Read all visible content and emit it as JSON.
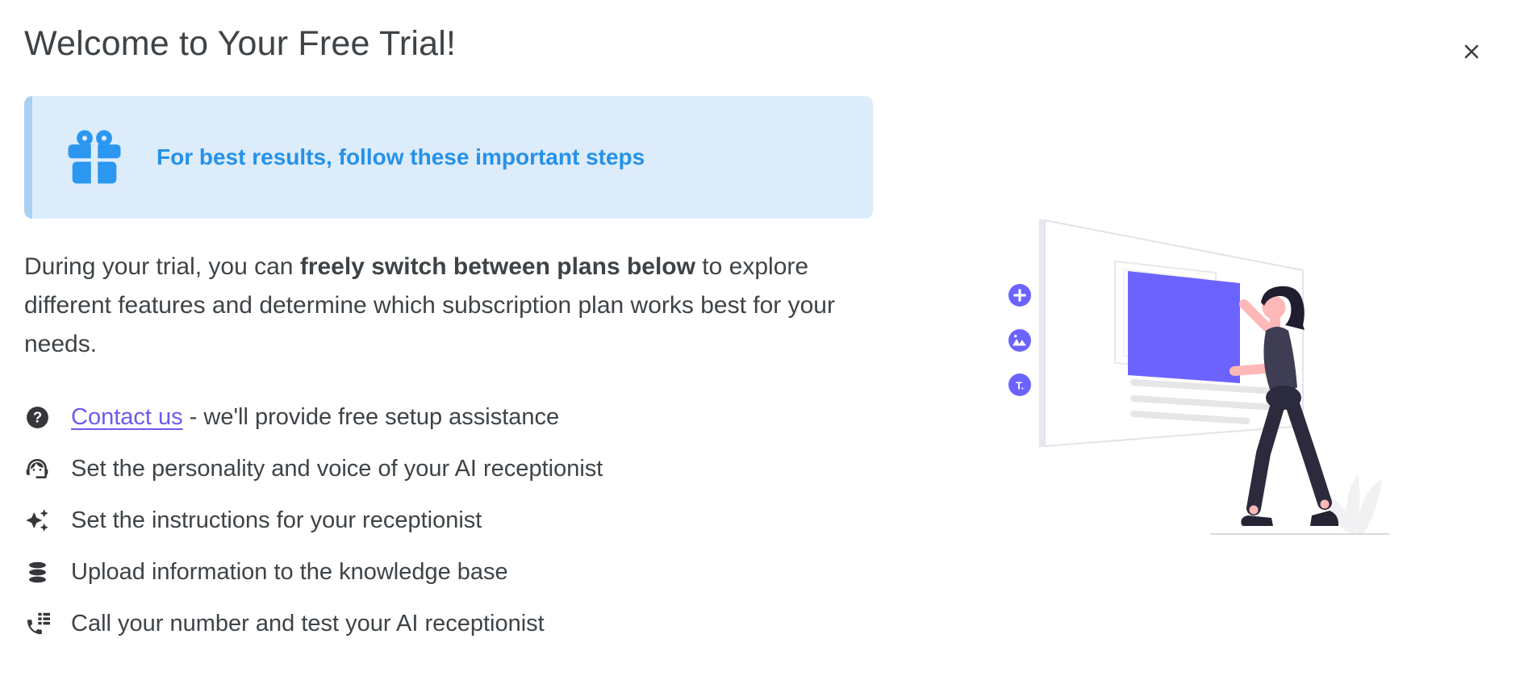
{
  "modal": {
    "title": "Welcome to Your Free Trial!"
  },
  "banner": {
    "message": "For best results, follow these important steps"
  },
  "intro": {
    "prefix": "During your trial, you can ",
    "bold": "freely switch between plans below",
    "suffix": " to explore different features and determine which subscription plan works best for your needs."
  },
  "steps": [
    {
      "icon": "help-circle-icon",
      "link_text": "Contact us",
      "text": " - we'll provide free setup assistance"
    },
    {
      "icon": "support-agent-icon",
      "text": "Set the personality and voice of your AI receptionist"
    },
    {
      "icon": "sparkles-icon",
      "text": "Set the instructions for your receptionist"
    },
    {
      "icon": "database-icon",
      "text": "Upload information to the knowledge base"
    },
    {
      "icon": "phone-list-icon",
      "text": "Call your number and test your AI receptionist"
    }
  ],
  "icons": {
    "close": "close-icon",
    "banner": "gift-icon",
    "question_glyph": "?"
  },
  "illustration": {
    "description_icons": [
      "plus-icon",
      "image-icon",
      "text-icon"
    ],
    "text_tool_label": "T."
  },
  "colors": {
    "banner_bg": "#ddecfa",
    "banner_border": "#a9cff2",
    "banner_accent": "#2591e9",
    "banner_icon": "#2b97f0",
    "link": "#6b5bee",
    "body_text": "#3e4347",
    "illustration_accent": "#6c63ff",
    "figure_dark": "#2f2e41",
    "skin": "#ffb8b8",
    "light_gray": "#e6e6e6"
  }
}
